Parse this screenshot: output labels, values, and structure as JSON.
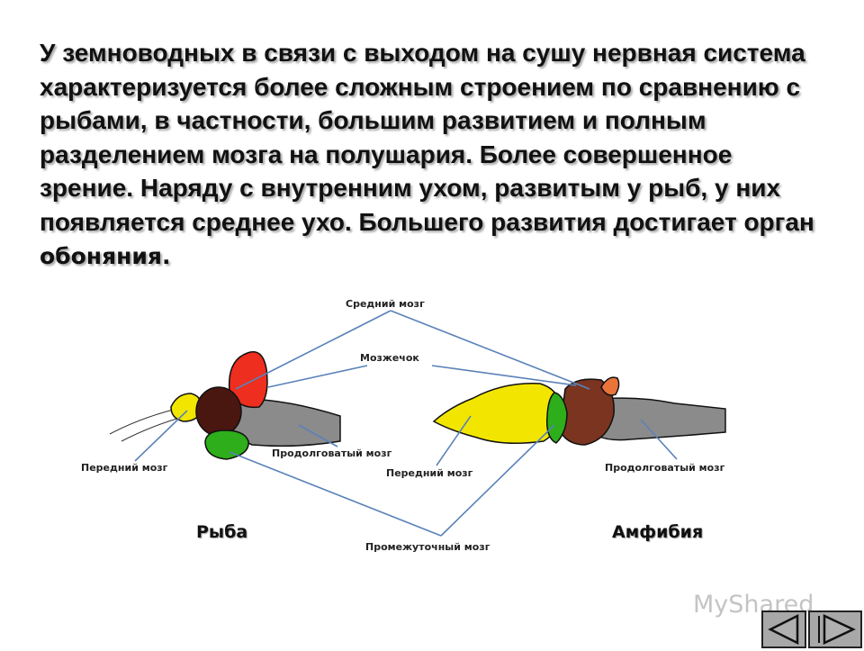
{
  "paragraph": {
    "main": "У земноводных в связи с выходом на сушу нервная система характеризуется более сложным строением по сравнению с рыбами, в частности, большим развитием и полным разделением мозга на полушария. Более совершенное зрение. Наряду с внутренним ухом, развитым у рыб, у них появляется среднее ухо. Большего развития достигает орган ",
    "tail": "обоняния."
  },
  "labels": {
    "midbrain": "Средний мозг",
    "cerebellum": "Мозжечок",
    "medulla_fish": "Продолговатый мозг",
    "forebrain_fish": "Передний мозг",
    "forebrain_amphibian": "Передний мозг",
    "medulla_amphibian": "Продолговатый мозг",
    "diencephalon": "Промежуточный мозг"
  },
  "captions": {
    "fish": "Рыба",
    "amphibian": "Амфибия"
  },
  "watermark": "MyShared",
  "colors": {
    "forebrain": "#f2e600",
    "midbrain": "#ee2e1f",
    "cerebellum": "#4a1610",
    "diencephalon": "#2dae1a",
    "medulla": "#8b8b8b",
    "amphibian_midbrain": "#7a3420",
    "olfactory": "#e8743a",
    "pointer": "#5a82b8"
  },
  "icons": {
    "nav_prev": "triangle-left-icon",
    "nav_next": "triangle-right-icon"
  }
}
